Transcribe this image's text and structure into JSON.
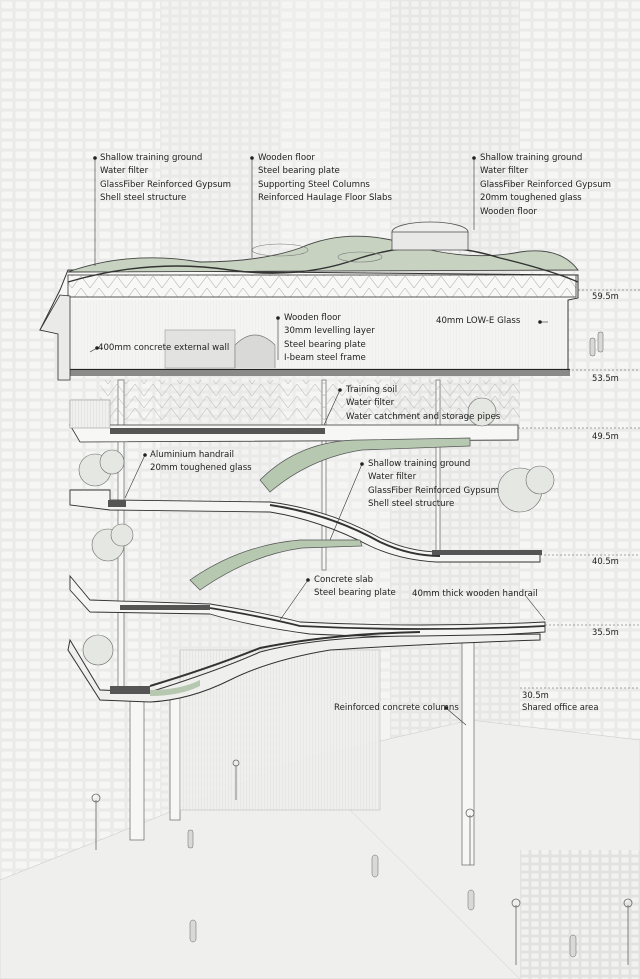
{
  "callouts": {
    "roof_left": [
      "Shallow training ground",
      "Water filter",
      "GlassFiber Reinforced Gypsum",
      "Shell steel structure"
    ],
    "roof_center": [
      "Wooden floor",
      "Steel bearing plate",
      "Supporting Steel Columns",
      "Reinforced Haulage Floor Slabs"
    ],
    "roof_right": [
      "Shallow training ground",
      "Water filter",
      "GlassFiber Reinforced Gypsum",
      "20mm toughened glass",
      "Wooden floor"
    ],
    "top_floor": [
      "Wooden floor",
      "30mm levelling layer",
      "Steel bearing plate",
      "I-beam steel frame"
    ],
    "glass": "40mm LOW-E Glass",
    "wall": "400mm concrete external wall",
    "training_soil": [
      "Training soil",
      "Water filter",
      "Water catchment and storage pipes"
    ],
    "handrail": [
      "Aluminium handrail",
      "20mm toughened glass"
    ],
    "mid_ground": [
      "Shallow training ground",
      "Water filter",
      "GlassFiber Reinforced Gypsum",
      "Shell steel structure"
    ],
    "concrete_slab": [
      "Concrete slab",
      "Steel bearing plate"
    ],
    "wooden_handrail": "40mm thick wooden handrail",
    "columns": "Reinforced concrete columns"
  },
  "levels": [
    {
      "value": "59.5m"
    },
    {
      "value": "53.5m"
    },
    {
      "value": "49.5m"
    },
    {
      "value": "40.5m"
    },
    {
      "value": "35.5m"
    },
    {
      "value": "30.5m",
      "note": "Shared office area"
    }
  ]
}
